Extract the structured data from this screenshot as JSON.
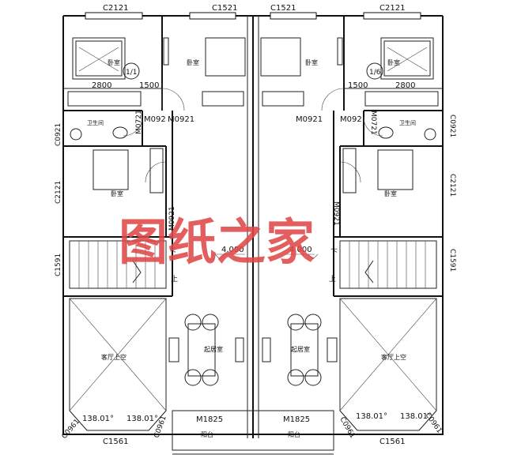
{
  "windows": {
    "top_left_outer": "C2121",
    "top_left_inner": "C1521",
    "top_center": "C1521",
    "top_right_outer": "C2121",
    "left_bath": "C0921",
    "left_bedroom": "C2121",
    "left_stair": "C1591",
    "right_bath": "C0921",
    "right_bedroom": "C2121",
    "right_stair": "C1591",
    "bottom_left": "C1561",
    "bottom_right": "C1561",
    "corner_left_outer": "C0961",
    "corner_left_inner": "C0961",
    "corner_right_inner": "C0961",
    "corner_right_outer": "C0961"
  },
  "doors": {
    "left_bedroom": "M092",
    "left_center": "M0921",
    "left_bath": "M0721",
    "left_lower_bedroom": "M0921",
    "right_center": "M0921",
    "right_bedroom": "M092",
    "right_bath": "M0721",
    "right_lower_bedroom": "M0921",
    "balcony_left": "M1825",
    "balcony_right": "M1825"
  },
  "rooms": {
    "bedroom_top_left": "卧室",
    "bedroom_top_center_left": "卧室",
    "bedroom_top_center_right": "卧室",
    "bedroom_top_right": "卧室",
    "bath_left": "卫生间",
    "bath_right": "卫生间",
    "bedroom_mid_left": "卧室",
    "bedroom_mid_right": "卧室",
    "living_void_left": "客厅上空",
    "living_void_right": "客厅上空",
    "lounge_left": "起居室",
    "lounge_right": "起居室",
    "balcony_left": "阳台",
    "balcony_right": "阳台"
  },
  "dimensions": {
    "left_2800": "2800",
    "left_1500": "1500",
    "right_1500": "1500",
    "right_2800": "2800",
    "angle_1": "138.01°",
    "angle_2": "138.01°",
    "angle_3": "138.01°",
    "angle_4": "138.01°"
  },
  "axis_tags": {
    "left": "1/1",
    "right": "1/6"
  },
  "elevations": {
    "left": "4.000",
    "right": "4.000"
  },
  "stair_marks": {
    "down": "下",
    "up": "上"
  },
  "watermark": "图纸之家"
}
